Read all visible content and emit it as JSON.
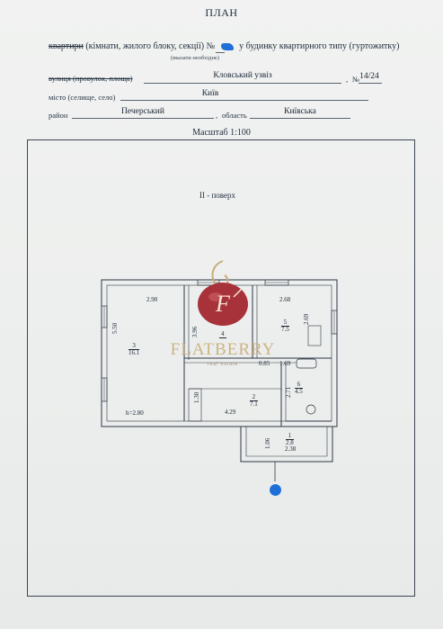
{
  "header": {
    "title": "ПЛАН",
    "row1_prefix": "квартири",
    "row1_rest": "(кімнати, жилого блоку, секції) №",
    "row1_suffix": "у будинку квартирного типу (гуртожитку)",
    "row1_note": "(вказати необхідне)"
  },
  "address": {
    "street_label": "вулиця (провулок, площа)",
    "street_value": "Кловський узвіз",
    "number_label": "№",
    "number_value": "14/24",
    "city_label": "місто (селище, село)",
    "city_value": "Київ",
    "district_label": "район",
    "district_value": "Печерський",
    "region_label": "область",
    "region_value": "Київська"
  },
  "scale": "Масштаб 1:100",
  "plan": {
    "floor_label": "II - поверх",
    "dims": {
      "d290": "2.90",
      "d268": "2.68",
      "d550": "5.50",
      "d396": "3.96",
      "d269": "2.69",
      "d169": "1.69",
      "d085": "0.85",
      "d271": "2.71",
      "h280": "h=2.80",
      "d429": "4.29",
      "d130": "1.30",
      "d106": "1.06",
      "d238": "2.38"
    },
    "rooms": [
      {
        "num": "3",
        "area": "16.1"
      },
      {
        "num": "4",
        "area": ""
      },
      {
        "num": "5",
        "area": "7.5"
      },
      {
        "num": "6",
        "area": "4.5"
      },
      {
        "num": "2",
        "area": "7.1"
      },
      {
        "num": "1",
        "area": "2.8"
      }
    ]
  },
  "watermark": {
    "brand": "FLATBERRY",
    "sub": "real estate",
    "monogram": "F"
  },
  "colors": {
    "marker": "#1f6fd6",
    "berry": "#a8323a",
    "gold": "#c9ad78"
  }
}
